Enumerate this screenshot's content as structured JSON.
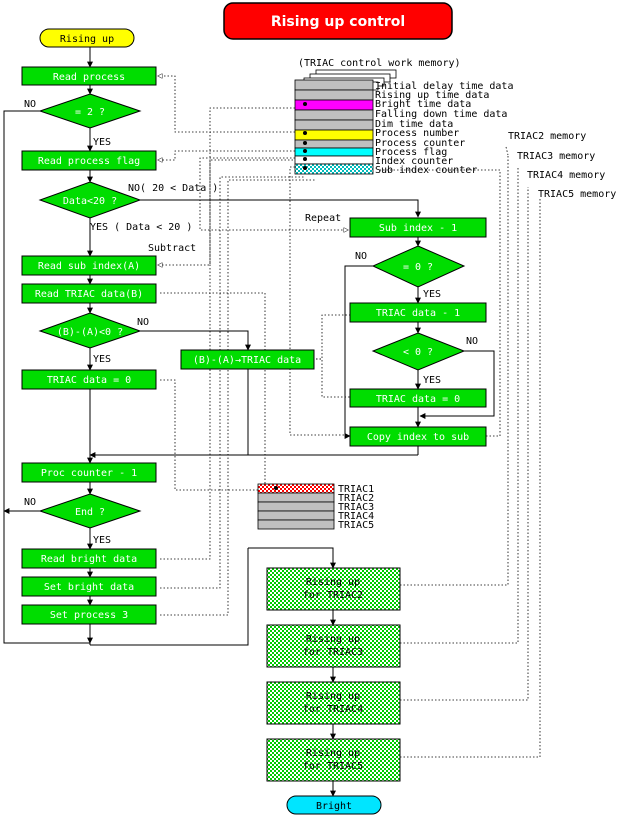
{
  "title": "Rising up control",
  "memory_caption": "(TRIAC control work memory)",
  "memory_items": [
    "Initial delay time data",
    "Rising up time data",
    "Bright time data",
    "Falling down time data",
    "Dim time data",
    "Process number",
    "Process counter",
    "Process flag",
    "Index counter",
    "Sub index counter"
  ],
  "triac_memories": [
    "TRIAC2 memory",
    "TRIAC3 memory",
    "TRIAC4 memory",
    "TRIAC5 memory"
  ],
  "triac_table": [
    "TRIAC1",
    "TRIAC2",
    "TRIAC3",
    "TRIAC4",
    "TRIAC5"
  ],
  "start": "Rising up",
  "end": "Bright",
  "boxes": {
    "read_process": "Read process",
    "read_process_flag": "Read process flag",
    "read_sub_index": "Read sub index(A)",
    "read_triac_data": "Read TRIAC data(B)",
    "triac_data_zero_left": "TRIAC data = 0",
    "b_minus_a": "(B)-(A)→TRIAC data",
    "sub_index_minus": "Sub index - 1",
    "triac_data_minus": "TRIAC data - 1",
    "triac_data_zero_right": "TRIAC data = 0",
    "copy_index": "Copy index to sub",
    "proc_counter": "Proc counter - 1",
    "read_bright": "Read bright data",
    "set_bright": "Set bright data",
    "set_process": "Set process 3"
  },
  "decisions": {
    "eq2": "= 2 ?",
    "data20": "Data<20 ?",
    "bma": "(B)-(A)<0 ?",
    "eq0": "= 0 ?",
    "lt0": "< 0 ?",
    "end": "End ?"
  },
  "rising_triacs": [
    {
      "line1": "Rising up",
      "line2": "for TRIAC2"
    },
    {
      "line1": "Rising up",
      "line2": "for TRIAC3"
    },
    {
      "line1": "Rising up",
      "line2": "for TRIAC4"
    },
    {
      "line1": "Rising up",
      "line2": "for TRIAC5"
    }
  ],
  "labels": {
    "no": "NO",
    "yes": "YES",
    "no_data": "NO( 20 < Data )",
    "yes_data": "YES ( Data < 20 )",
    "subtract": "Subtract",
    "repeat": "Repeat"
  },
  "colors": {
    "process": "#00dd00",
    "decision": "#00dd00",
    "title_bg": "#ff0000",
    "start": "#ffff00",
    "end": "#00e5ff",
    "bright_row": "#ff00ff",
    "process_number_row": "#ffff00",
    "process_flag_row": "#00ffff"
  }
}
